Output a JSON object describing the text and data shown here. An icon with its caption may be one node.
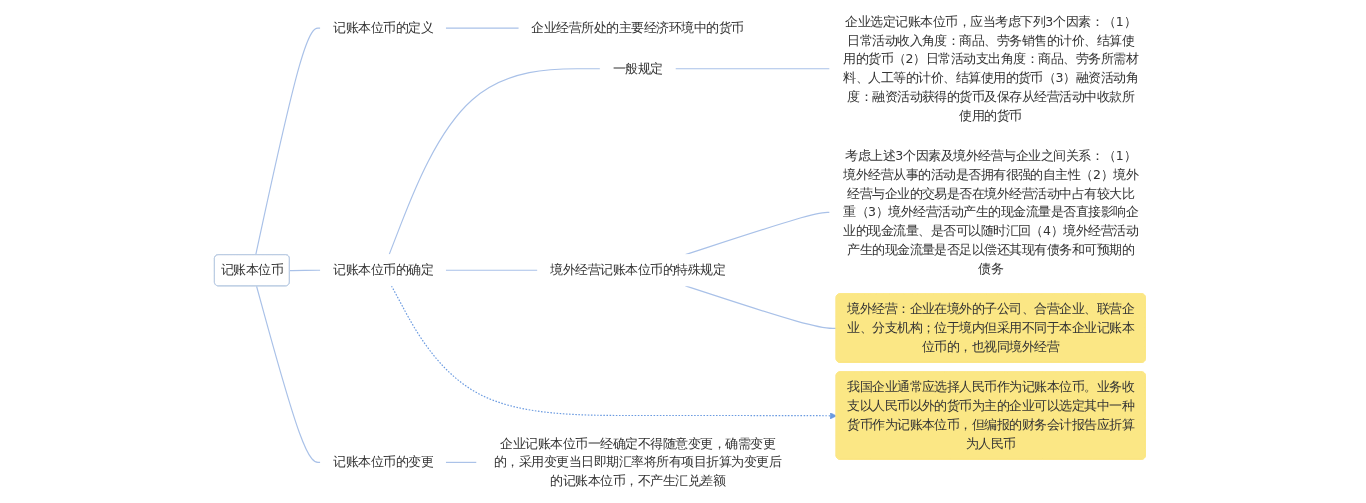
{
  "diagram": {
    "nodes": [
      {
        "text": [
          "记账本位币"
        ]
      },
      {
        "text": [
          "记账本位币的定义"
        ]
      },
      {
        "text": [
          "企业经营所处的主要经济环境中的货币"
        ]
      },
      {
        "text": [
          "记账本位币的确定"
        ]
      },
      {
        "text": [
          "一般规定"
        ]
      },
      {
        "text": [
          "企业选定记账本位币，应当考虑下列3个因素：（1）日常活动收入角度：商品、劳务销售的计价、结算使用的货币（2）日常活动支出角度：商品、劳务所需材料、人工等的计价、结算使用的货币（3）融资活动角度：融资活动获得的货币及保存从经营活动中收款所使用的货币"
        ]
      },
      {
        "text": [
          "境外经营记账本位币的特殊规定"
        ]
      },
      {
        "text": [
          "考虑上述3个因素及境外经营与企业之间关系：（1）境外经营从事的活动是否拥有很强的自主性（2）境外经营与企业的交易是否在境外经营活动中占有较大比重（3）境外经营活动产生的现金流量是否直接影响企业的现金流量、是否可以随时汇回（4）境外经营活动产生的现金流量是否足以偿还其现有债务和可预期的债务"
        ]
      },
      {
        "text": [
          "境外经营：企业在境外的子公司、合营企业、联营企业、分支机构；位于境内但采用不同于本企业记账本位币的，也视同境外经营"
        ]
      },
      {
        "text": [
          "我国企业通常应选择人民币作为记账本位币。业务收支以人民币以外的货币为主的企业可以选定其中一种货币作为记账本位币，但编报的财务会计报告应折算为人民币"
        ]
      },
      {
        "text": [
          "记账本位币的变更"
        ]
      },
      {
        "text": [
          "企业记账本位币一经确定不得随意变更，确需变更的，采用变更当日即期汇率将所有项目折算为变更后的记账本位币，不产生汇兑差额"
        ]
      }
    ],
    "edges": [
      {
        "from": 0,
        "to": 1,
        "arrow": "none"
      },
      {
        "from": 1,
        "to": 2,
        "arrow": "none"
      },
      {
        "from": 0,
        "to": 3,
        "arrow": "none"
      },
      {
        "from": 3,
        "to": 4,
        "arrow": "none"
      },
      {
        "from": 4,
        "to": 5,
        "arrow": "none"
      },
      {
        "from": 3,
        "to": 6,
        "arrow": "none"
      },
      {
        "from": 6,
        "to": 7,
        "arrow": "none"
      },
      {
        "from": 6,
        "to": 8,
        "arrow": "none"
      },
      {
        "from": 3,
        "to": 9,
        "arrow": "to",
        "style": "dashed",
        "color": "#6a9ae0"
      },
      {
        "from": 0,
        "to": 10,
        "arrow": "none"
      },
      {
        "from": 10,
        "to": 11,
        "arrow": "none"
      }
    ]
  }
}
